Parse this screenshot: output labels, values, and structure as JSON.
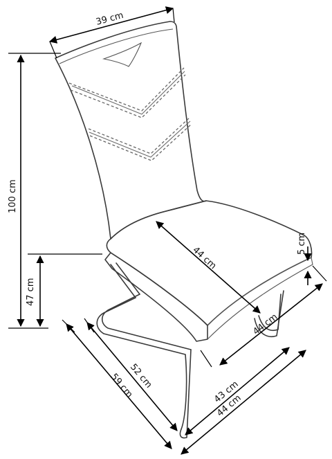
{
  "figure": {
    "type": "chair-dimension-drawing",
    "dimensions": [
      {
        "id": "backrest-width",
        "label": "39 cm"
      },
      {
        "id": "total-height",
        "label": "100 cm"
      },
      {
        "id": "seat-height",
        "label": "47 cm"
      },
      {
        "id": "seat-depth",
        "label": "44 cm"
      },
      {
        "id": "seat-front-width",
        "label": "44 cm"
      },
      {
        "id": "seat-thickness",
        "label": "5 cm"
      },
      {
        "id": "base-depth",
        "label": "52 cm"
      },
      {
        "id": "overall-depth",
        "label": "59 cm"
      },
      {
        "id": "base-width",
        "label": "43 cm"
      },
      {
        "id": "overall-width",
        "label": "44 cm"
      }
    ]
  }
}
